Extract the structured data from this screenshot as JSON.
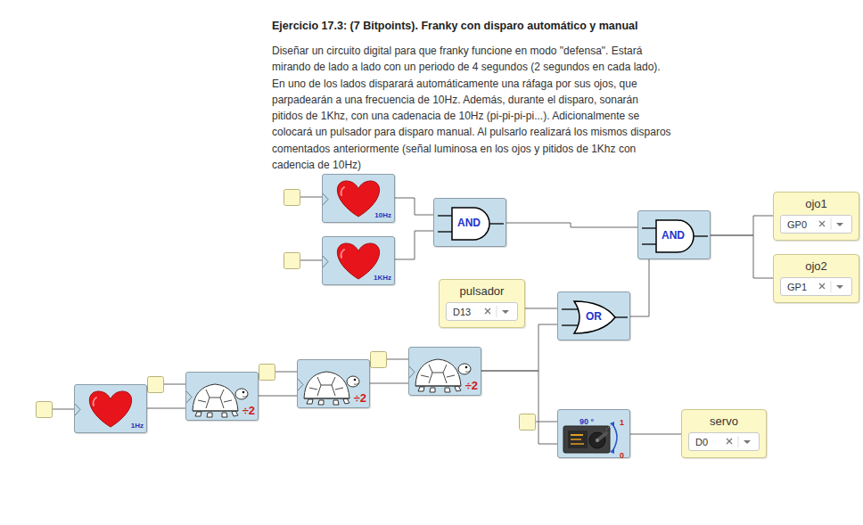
{
  "diagram": {
    "title": "Ejercicio 17.3: (7 Bitpoints). Franky con disparo automático y manual",
    "caption": "Diseñar un circuito digital para que franky funcione en modo \"defensa\". Estará mirando de lado a lado con un periodo de 4 segundos (2 segundos en cada lado). En uno de los lados disparará automáticamente una ráfaga por sus ojos, que parpadearán a una frecuencia de 10Hz. Además, durante el disparo, sonarán pitidos de 1Khz, con una cadenacia de 10Hz (pi-pi-pi-pi...). Adicionalmente se colocará un pulsador para disparo manual. Al pulsarlo realizará los mismos disparos comentados anteriormente (señal luminosa en los ojos y pitidos de 1Khz con cadencia de 10Hz)",
    "nodes": [
      {
        "text": [
          "10Hz"
        ]
      },
      {
        "text": [
          "1KHz"
        ]
      },
      {
        "text": [
          "AND"
        ]
      },
      {
        "text": [
          "AND"
        ]
      },
      {
        "text": [
          "ojo1",
          "GP0"
        ]
      },
      {
        "text": [
          "ojo2",
          "GP1"
        ]
      },
      {
        "text": [
          "pulsador",
          "D13"
        ]
      },
      {
        "text": [
          "OR"
        ]
      },
      {
        "text": [
          "1Hz"
        ]
      },
      {
        "text": [
          "÷2"
        ]
      },
      {
        "text": [
          "÷2"
        ]
      },
      {
        "text": [
          "÷2"
        ]
      },
      {
        "text": [
          "90 °",
          "1",
          "0"
        ]
      },
      {
        "text": [
          "servo",
          "D0"
        ]
      }
    ],
    "edges": [
      {
        "from": 0,
        "to": 2,
        "arrow": "none"
      },
      {
        "from": 1,
        "to": 2,
        "arrow": "none"
      },
      {
        "from": 2,
        "to": 3,
        "arrow": "none"
      },
      {
        "from": 3,
        "to": 4,
        "arrow": "none"
      },
      {
        "from": 3,
        "to": 5,
        "arrow": "none"
      },
      {
        "from": 6,
        "to": 7,
        "arrow": "none"
      },
      {
        "from": 7,
        "to": 3,
        "arrow": "none"
      },
      {
        "from": 8,
        "to": 9,
        "arrow": "none"
      },
      {
        "from": 9,
        "to": 10,
        "arrow": "none"
      },
      {
        "from": 10,
        "to": 11,
        "arrow": "none"
      },
      {
        "from": 11,
        "to": 7,
        "arrow": "none"
      },
      {
        "from": 11,
        "to": 12,
        "arrow": "none"
      },
      {
        "from": 12,
        "to": 13,
        "arrow": "none"
      }
    ]
  }
}
